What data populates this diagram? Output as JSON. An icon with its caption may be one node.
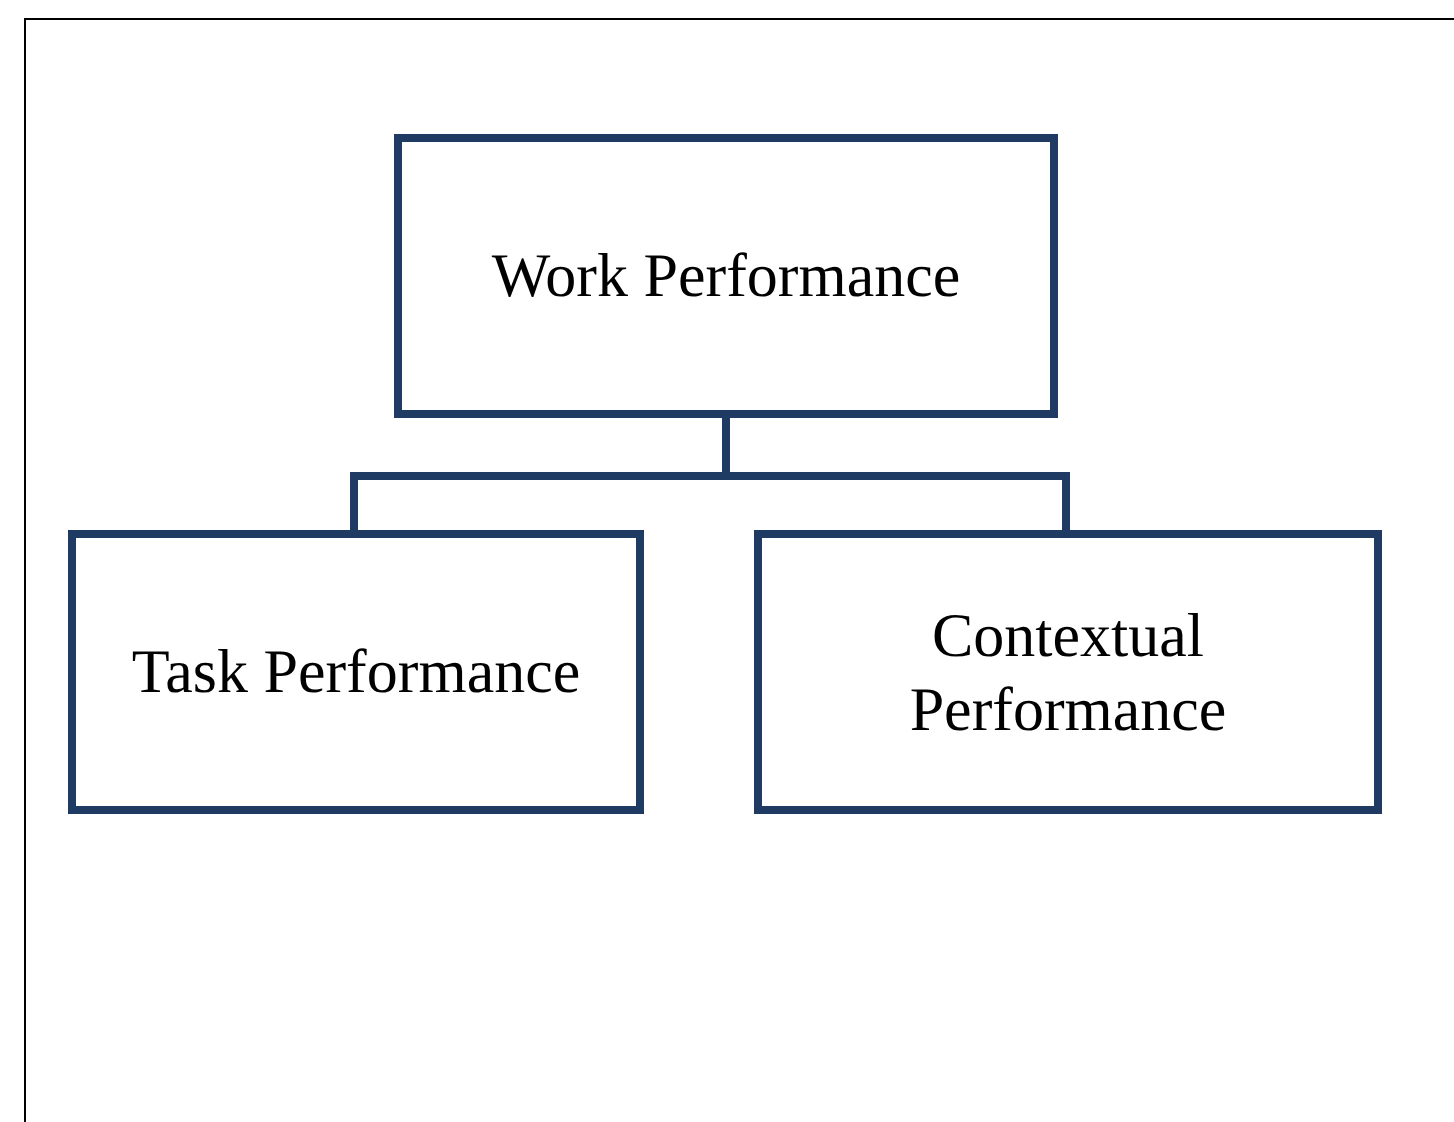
{
  "diagram": {
    "nodes": [
      {
        "text": [
          "Work Performance"
        ]
      },
      {
        "text": [
          "Task Performance"
        ]
      },
      {
        "text": [
          "Contextual Performance"
        ]
      }
    ],
    "edges": [
      {
        "from": 0,
        "to": 1,
        "arrow": "none"
      },
      {
        "from": 0,
        "to": 2,
        "arrow": "none"
      }
    ]
  }
}
